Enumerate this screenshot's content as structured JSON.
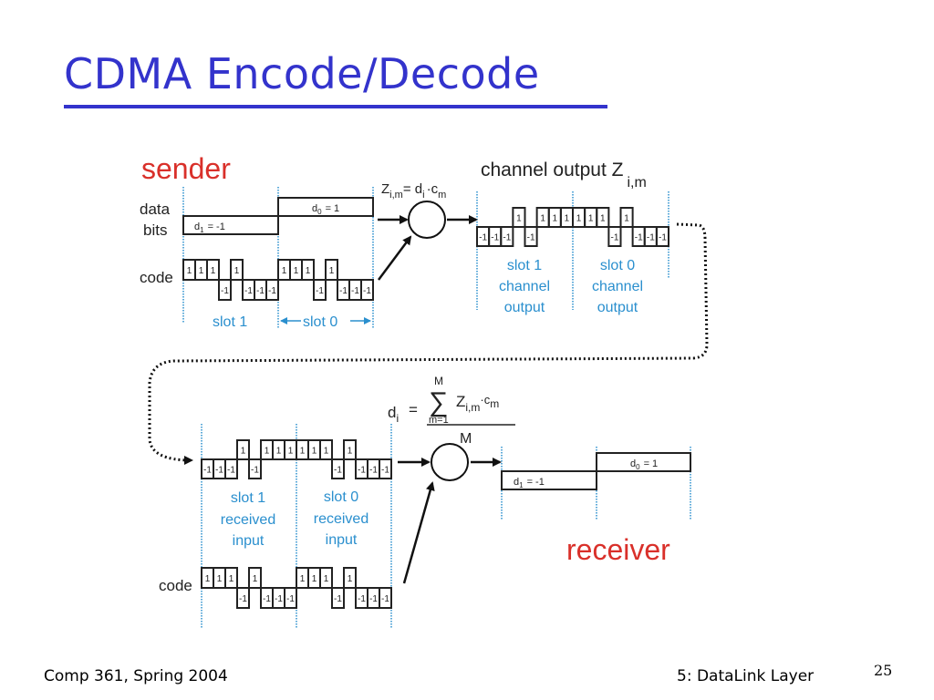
{
  "slide": {
    "title": "CDMA Encode/Decode",
    "footer_left": "Comp 361, Spring 2004",
    "footer_right": "5: DataLink Layer",
    "page_number": "25"
  },
  "colors": {
    "title": "#3333cc",
    "role_label": "#d9302a",
    "slot_label": "#2a8fce",
    "slot_divider": "#2a8fce",
    "waveform": "#222222"
  },
  "sender": {
    "label": "sender",
    "data_label_line1": "data",
    "data_label_line2": "bits",
    "code_label": "code",
    "data_bits": [
      {
        "name": "d1",
        "sub": "1",
        "value": -1,
        "text": "= -1"
      },
      {
        "name": "d0",
        "sub": "0",
        "value": 1,
        "text": "= 1"
      }
    ],
    "code": [
      1,
      1,
      1,
      -1,
      1,
      -1,
      -1,
      -1
    ],
    "slot_labels": [
      "slot 1",
      "slot 0"
    ],
    "multiplier_formula": {
      "lhs": "Z",
      "lhs_sub": "i,m",
      "eq": "= d",
      "d_sub": "i",
      "dot": "·c",
      "c_sub": "m"
    }
  },
  "channel": {
    "title": "channel output Z",
    "title_sub": "i,m",
    "chips_slot1": [
      -1,
      -1,
      -1,
      1,
      -1,
      1,
      1,
      1
    ],
    "chips_slot0": [
      1,
      1,
      1,
      -1,
      1,
      -1,
      -1,
      -1
    ],
    "slot1_label": [
      "slot 1",
      "channel",
      "output"
    ],
    "slot0_label": [
      "slot 0",
      "channel",
      "output"
    ]
  },
  "receiver": {
    "label": "receiver",
    "code_label": "code",
    "received_slot1": [
      -1,
      -1,
      -1,
      1,
      -1,
      1,
      1,
      1
    ],
    "received_slot0": [
      1,
      1,
      1,
      -1,
      1,
      -1,
      -1,
      -1
    ],
    "code": [
      1,
      1,
      1,
      -1,
      1,
      -1,
      -1,
      -1
    ],
    "slot1_label": [
      "slot 1",
      "received",
      "input"
    ],
    "slot0_label": [
      "slot 0",
      "received",
      "input"
    ],
    "decode_formula": {
      "lhs": "d",
      "lhs_sub": "i",
      "eq": "=",
      "sum_top": "M",
      "sum_bottom": "m=1",
      "term": "Z",
      "term_sub": "i,m",
      "dot": "·c",
      "c_sub": "m",
      "denominator": "M"
    },
    "data_bits": [
      {
        "name": "d1",
        "sub": "1",
        "value": -1,
        "text": "= -1"
      },
      {
        "name": "d0",
        "sub": "0",
        "value": 1,
        "text": "= 1"
      }
    ]
  }
}
